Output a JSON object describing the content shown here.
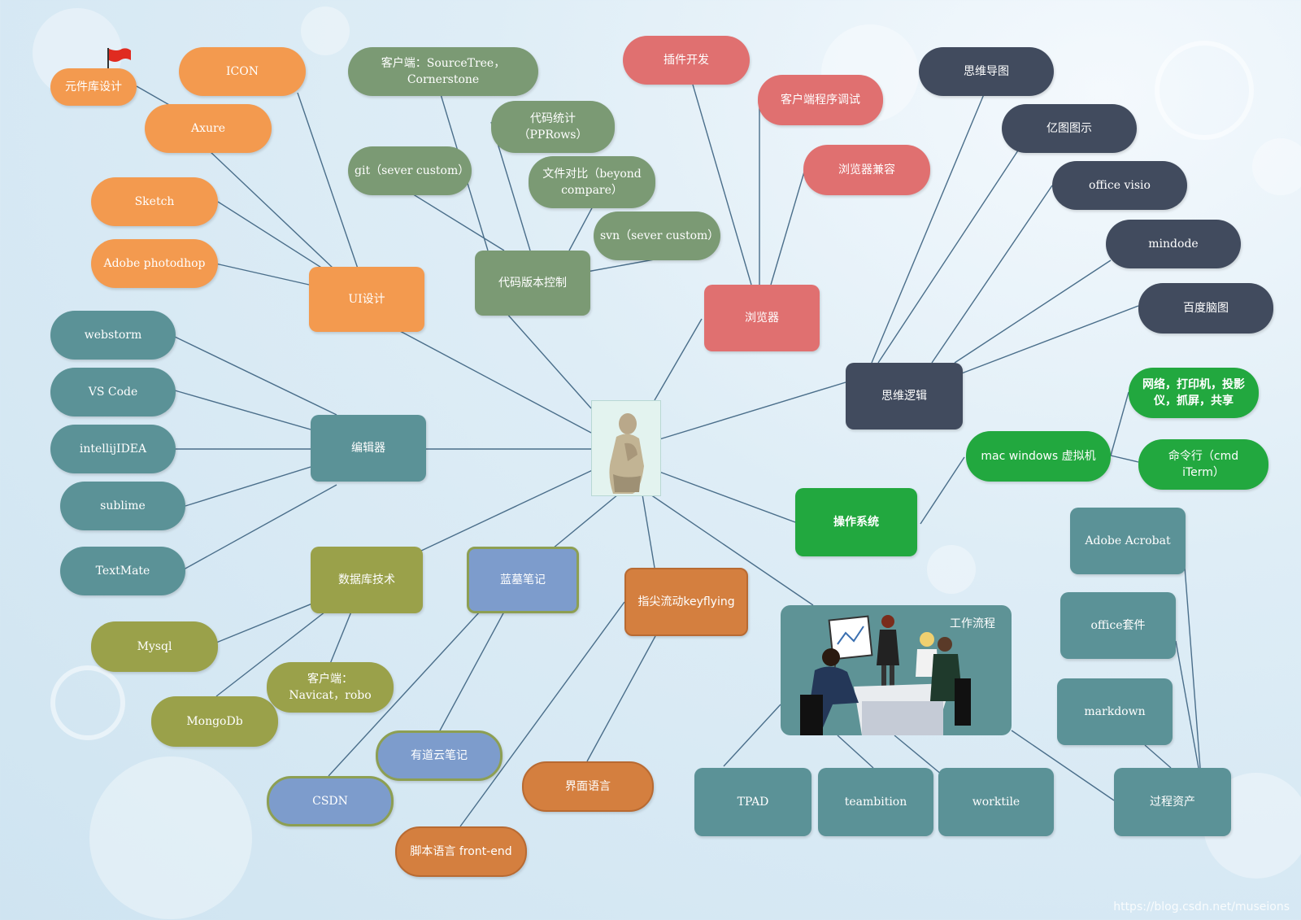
{
  "nodes": {
    "ui_design": "UI设计",
    "icon": "ICON",
    "component_lib": "元件库设计",
    "axure": "Axure",
    "sketch": "Sketch",
    "photoshop": "Adobe photodhop",
    "vcs": "代码版本控制",
    "vcs_client": "客户端：SourceTree，Cornerstone",
    "code_stats": "代码统计（PPRows）",
    "git": "git（sever custom）",
    "file_compare": "文件对比（beyond compare）",
    "svn": "svn（sever custom）",
    "browser": "浏览器",
    "plugin_dev": "插件开发",
    "client_debug": "客户端程序调试",
    "browser_compat": "浏览器兼容",
    "mind_logic": "思维逻辑",
    "mind_map": "思维导图",
    "edraw": "亿图图示",
    "office_visio": "office visio",
    "mindode": "mindode",
    "baidu_naotu": "百度脑图",
    "editor": "编辑器",
    "webstorm": "webstorm",
    "vscode": "VS Code",
    "intellij": "intellijIDEA",
    "sublime": "sublime",
    "textmate": "TextMate",
    "os": "操作系统",
    "vm": "mac windows 虚拟机",
    "network": "网络，打印机，投影仪，抓屏，共享",
    "cmd": "命令行（cmd iTerm）",
    "database": "数据库技术",
    "mysql": "Mysql",
    "mongodb": "MongoDb",
    "db_client": "客户端：Navicat，robo",
    "notes": "蓝墓笔记",
    "youdao": "有道云笔记",
    "csdn": "CSDN",
    "keyflying": "指尖流动keyflying",
    "ui_lang": "界面语言",
    "script_lang": "脚本语言 front-end",
    "workflow": "工作流程",
    "tpad": "TPAD",
    "teambition": "teambition",
    "worktile": "worktile",
    "process_assets": "过程资产",
    "acrobat": "Adobe Acrobat",
    "office_suite": "office套件",
    "markdown": "markdown"
  },
  "watermark": "https://blog.csdn.net/museions",
  "colors": {
    "ui_design": "#f39a4f",
    "vcs": "#7b9a74",
    "browser": "#e07070",
    "mind_logic": "#414b5e",
    "editor": "#5b9297",
    "os": "#22a83f",
    "database": "#9aa14a",
    "notes": "#7d9ccc",
    "keyflying": "#d47f3f",
    "workflow": "#5e9396"
  },
  "icons": [
    "flag-icon",
    "statue-image",
    "meeting-illustration"
  ]
}
